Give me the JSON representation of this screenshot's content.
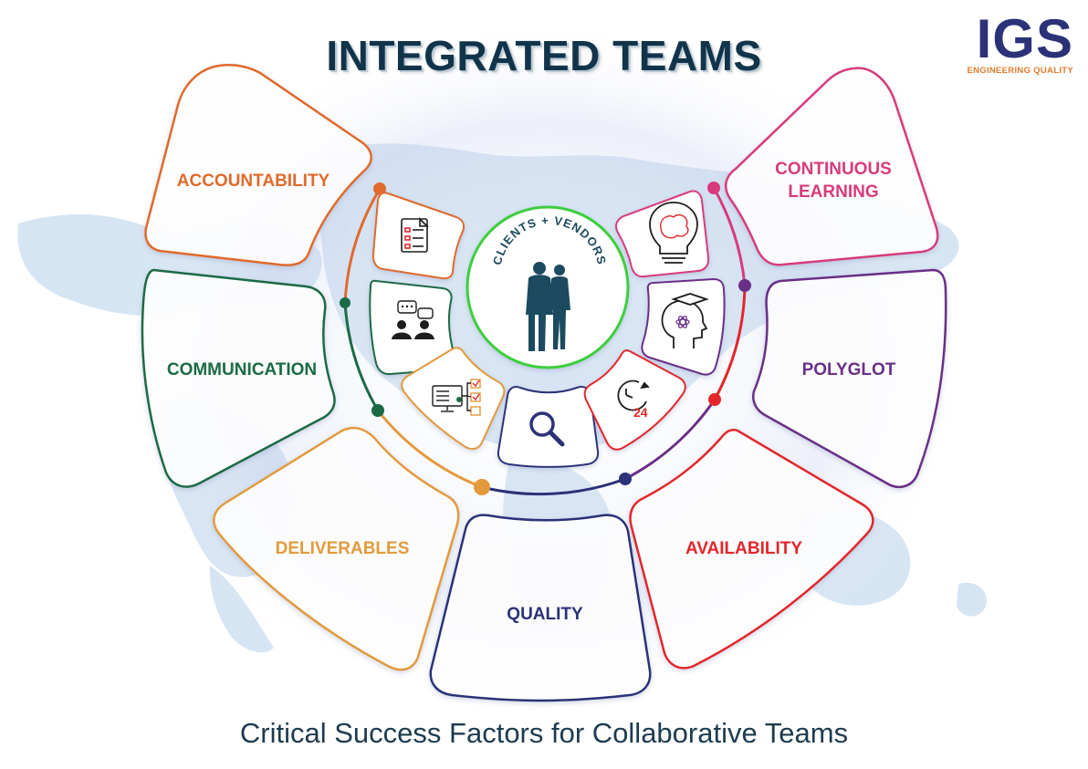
{
  "title": "INTEGRATED TEAMS",
  "subtitle": "Critical Success Factors for Collaborative Teams",
  "logo": {
    "word": "IGS",
    "tagline": "ENGINEERING QUALITY"
  },
  "center": {
    "label": "CLIENTS + VENDORS",
    "icon": "business-people-icon"
  },
  "factors": [
    {
      "key": "accountability",
      "label": "ACCOUNTABILITY",
      "color": "#e06a2b",
      "icon": "document-checklist-icon"
    },
    {
      "key": "communication",
      "label": "COMMUNICATION",
      "color": "#1a6b45",
      "icon": "people-chat-icon"
    },
    {
      "key": "deliverables",
      "label": "DELIVERABLES",
      "color": "#e39a3b",
      "icon": "monitor-checklist-icon"
    },
    {
      "key": "quality",
      "label": "QUALITY",
      "color": "#2b3278",
      "icon": "magnifier-icon"
    },
    {
      "key": "availability",
      "label": "AVAILABILITY",
      "color": "#e3262b",
      "icon": "clock-24-icon"
    },
    {
      "key": "polyglot",
      "label": "POLYGLOT",
      "color": "#6a2f86",
      "icon": "head-learning-icon"
    },
    {
      "key": "continuous_learning",
      "label": "CONTINUOUS\nLEARNING",
      "color": "#d83a7c",
      "icon": "lightbulb-brain-icon"
    }
  ]
}
